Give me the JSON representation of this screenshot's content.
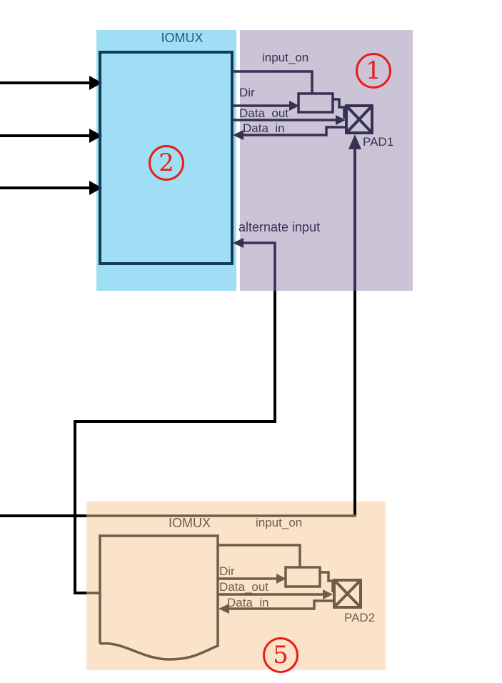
{
  "diagram": {
    "top_section": {
      "callout": "1",
      "iomux_callout": "2",
      "iomux_label": "IOMUX",
      "signals": {
        "input_on": "input_on",
        "dir": "Dir",
        "data_out": "Data_out",
        "data_in": "Data_in",
        "alternate_input": "alternate input"
      },
      "pad_label": "PAD1"
    },
    "bottom_section": {
      "callout": "5",
      "iomux_label": "IOMUX",
      "signals": {
        "input_on": "input_on",
        "dir": "Dir",
        "data_out": "Data_out",
        "data_in": "Data_in"
      },
      "pad_label": "PAD2"
    },
    "colors": {
      "cyan_block": "#9fdef4",
      "purple_block": "#cbc4d7",
      "orange_block": "#fbe3ca",
      "navy_line": "#123c55",
      "navy_text": "#1d5d80",
      "slate_line": "#363153",
      "brown_line": "#6d5d49",
      "callout_red": "#ea1c15",
      "black_line": "#000000"
    }
  }
}
